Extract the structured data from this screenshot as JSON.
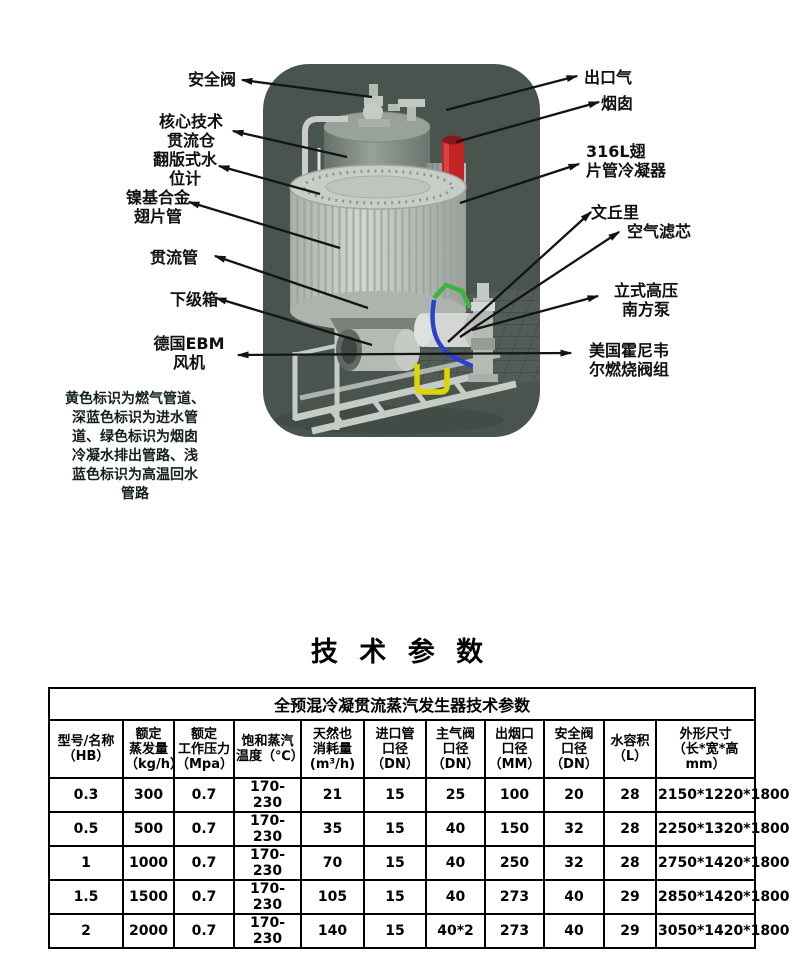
{
  "diagram": {
    "panel_color": "#4a544f",
    "labels_left": [
      "安全阀",
      "核心技术\n贯流仓",
      "翻版式水\n位计",
      "镍基合金\n翅片管",
      "贯流管",
      "下级箱",
      "德国EBM\n风机"
    ],
    "labels_right": [
      "出口气",
      "烟囱",
      "316L翅\n片管冷凝器",
      "文丘里",
      "空气滤芯",
      "立式高压\n南方泵",
      "美国霍尼韦\n尔燃烧阀组"
    ],
    "note": "黄色标识为燃气管道、\n深蓝色标识为进水管\n道、绿色标识为烟囱\n冷凝水排出管路、浅\n蓝色标识为高温回水\n管路",
    "pipe_colors": {
      "gas_pipe_yellow": "#ddd600",
      "water_inlet_blue": "#2b3fd0",
      "chimney_condensate_green": "#3fb33f",
      "chimney_red": "#c32424"
    }
  },
  "section_title": "技 术 参 数",
  "table": {
    "title": "全预混冷凝贯流蒸汽发生器技术参数",
    "headers": [
      "型号/名称\n（HB）",
      "额定\n蒸发量\n（kg/h）",
      "额定\n工作压力\n（Mpa）",
      "饱和蒸汽\n温度（℃）",
      "天然也\n消耗量\n(m³/h)",
      "进口管\n口径\n（DN）",
      "主气阀\n口径\n（DN）",
      "出烟口\n口径\n（MM）",
      "安全阀\n口径\n（DN）",
      "水容积\n（L）",
      "外形尺寸\n（长*宽*高mm）"
    ],
    "rows": [
      [
        "0.3",
        "300",
        "0.7",
        "170-230",
        "21",
        "15",
        "25",
        "100",
        "20",
        "28",
        "2150*1220*1800"
      ],
      [
        "0.5",
        "500",
        "0.7",
        "170-230",
        "35",
        "15",
        "40",
        "150",
        "32",
        "28",
        "2250*1320*1800"
      ],
      [
        "1",
        "1000",
        "0.7",
        "170-230",
        "70",
        "15",
        "40",
        "250",
        "32",
        "28",
        "2750*1420*1800"
      ],
      [
        "1.5",
        "1500",
        "0.7",
        "170-230",
        "105",
        "15",
        "40",
        "273",
        "40",
        "29",
        "2850*1420*1800"
      ],
      [
        "2",
        "2000",
        "0.7",
        "170-230",
        "140",
        "15",
        "40*2",
        "273",
        "40",
        "29",
        "3050*1420*1800"
      ]
    ]
  }
}
